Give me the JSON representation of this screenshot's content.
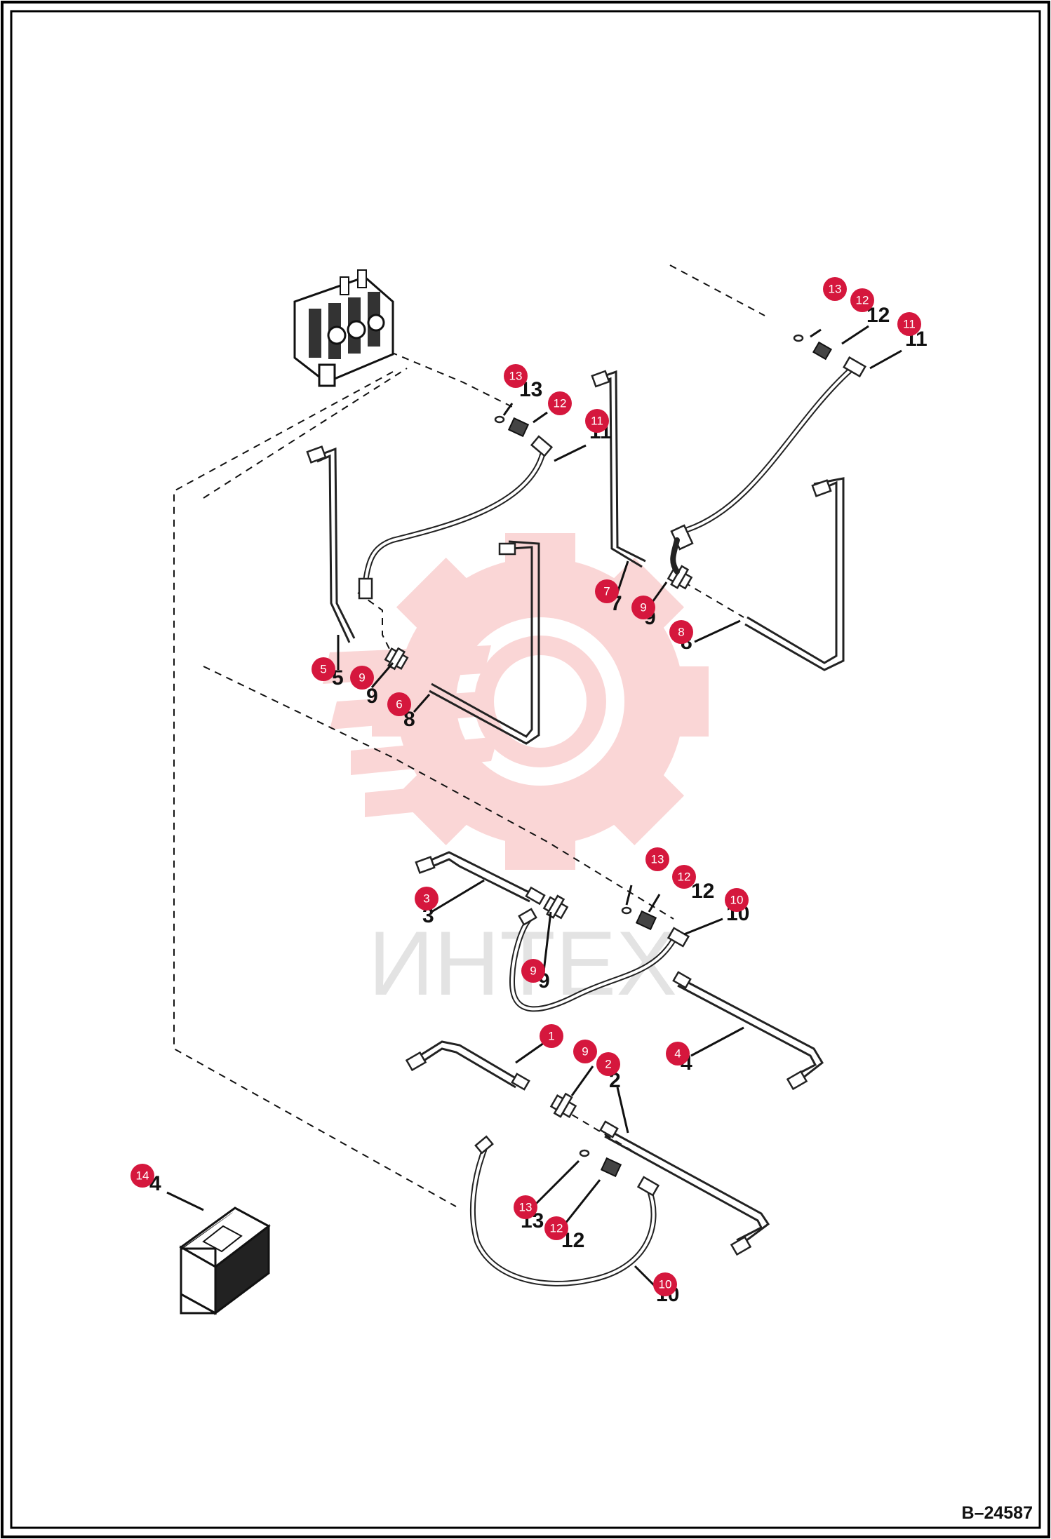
{
  "document_id": "B–24587",
  "watermark_text": "ИНТЕХ",
  "colors": {
    "callout": "#d5173d",
    "watermark": "#f3b5b5",
    "frame": "#000000"
  },
  "callouts": [
    {
      "id": "c-13-top-right",
      "label": "13"
    },
    {
      "id": "c-12-top-right",
      "label": "12"
    },
    {
      "id": "c-11-top-right",
      "label": "11"
    },
    {
      "id": "c-13-upper",
      "label": "13"
    },
    {
      "id": "c-12-upper",
      "label": "12"
    },
    {
      "id": "c-11-upper",
      "label": "11"
    },
    {
      "id": "c-7",
      "label": "7"
    },
    {
      "id": "c-9-right",
      "label": "9"
    },
    {
      "id": "c-8",
      "label": "8"
    },
    {
      "id": "c-5",
      "label": "5"
    },
    {
      "id": "c-9-left",
      "label": "9"
    },
    {
      "id": "c-6",
      "label": "6"
    },
    {
      "id": "c-13-middle",
      "label": "13"
    },
    {
      "id": "c-12-middle",
      "label": "12"
    },
    {
      "id": "c-10-middle",
      "label": "10"
    },
    {
      "id": "c-3",
      "label": "3"
    },
    {
      "id": "c-9-middle",
      "label": "9"
    },
    {
      "id": "c-4",
      "label": "4"
    },
    {
      "id": "c-1",
      "label": "1"
    },
    {
      "id": "c-9-lower",
      "label": "9"
    },
    {
      "id": "c-2",
      "label": "2"
    },
    {
      "id": "c-13-lower",
      "label": "13"
    },
    {
      "id": "c-12-lower",
      "label": "12"
    },
    {
      "id": "c-10-lower",
      "label": "10"
    },
    {
      "id": "c-14",
      "label": "14"
    }
  ]
}
